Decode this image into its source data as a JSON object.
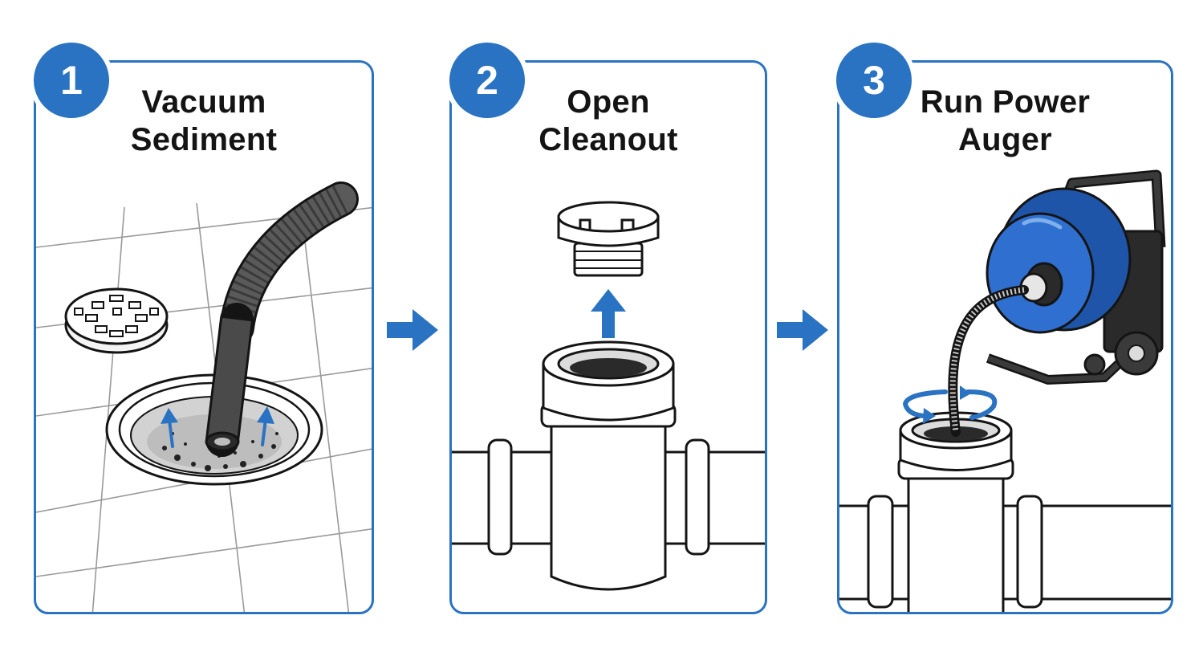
{
  "steps": [
    {
      "number": "1",
      "title_line1": "Vacuum",
      "title_line2": "Sediment"
    },
    {
      "number": "2",
      "title_line1": "Open",
      "title_line2": "Cleanout"
    },
    {
      "number": "3",
      "title_line1": "Run Power",
      "title_line2": "Auger"
    }
  ],
  "colors": {
    "accent": "#2a73c2",
    "outline": "#141414",
    "hose": "#4a4a4a",
    "machine": "#2f6fd0"
  },
  "icons": [
    "drain-grate-icon",
    "vacuum-hose-icon",
    "cleanout-plug-icon",
    "pipe-tee-icon",
    "power-auger-icon",
    "rotation-arrows-icon",
    "right-arrow-icon"
  ]
}
